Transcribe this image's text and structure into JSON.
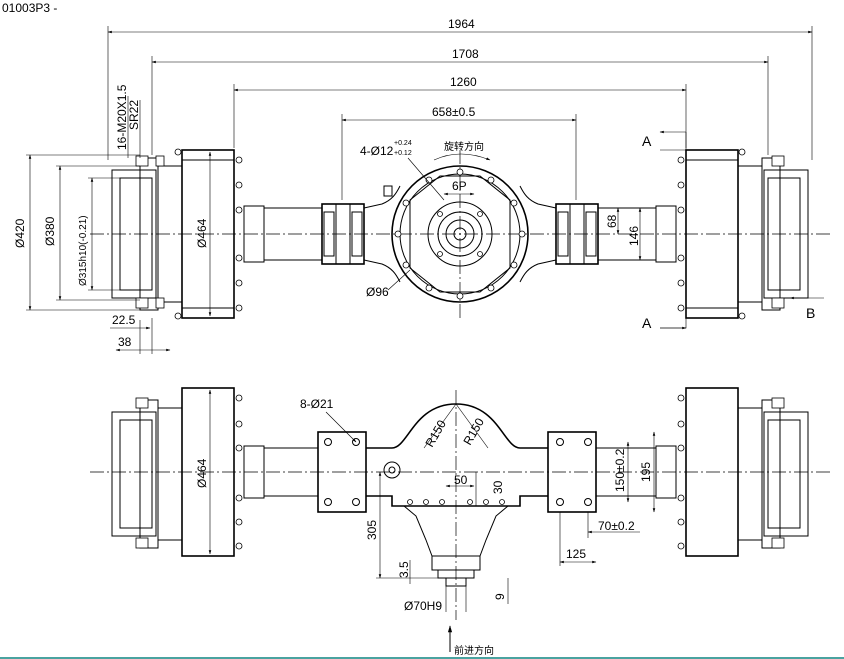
{
  "top_left_fragment": "01003P3 -",
  "top_view": {
    "dims": {
      "d1964": "1964",
      "d1708": "1708",
      "d1260": "1260",
      "d658": "658±0.5",
      "holes_top": "4-Ø12",
      "tol_upper": "+0.24",
      "tol_lower": "+0.12",
      "rotation": "旋转方向",
      "d6P": "6P",
      "d68": "68",
      "d146": "146",
      "d96": "Ø96",
      "d420": "Ø420",
      "d380": "Ø380",
      "d315": "Ø315h10(-0.21)",
      "d464": "Ø464",
      "d22_5": "22.5",
      "d38": "38",
      "bolts": "16-M20X1.5",
      "sr": "SR22",
      "section_a1": "A",
      "section_a2": "A",
      "view_b": "B"
    }
  },
  "bottom_view": {
    "dims": {
      "holes8": "8-Ø21",
      "r150a": "R150",
      "r150b": "R150",
      "d50": "50",
      "d30": "30",
      "d150": "150±0.2",
      "d195": "195",
      "d70": "70±0.2",
      "d125": "125",
      "d305": "305",
      "d3_5": "3.5",
      "d9": "9",
      "d70h9": "Ø70H9",
      "d464b": "Ø464",
      "forward": "前进方向"
    }
  }
}
